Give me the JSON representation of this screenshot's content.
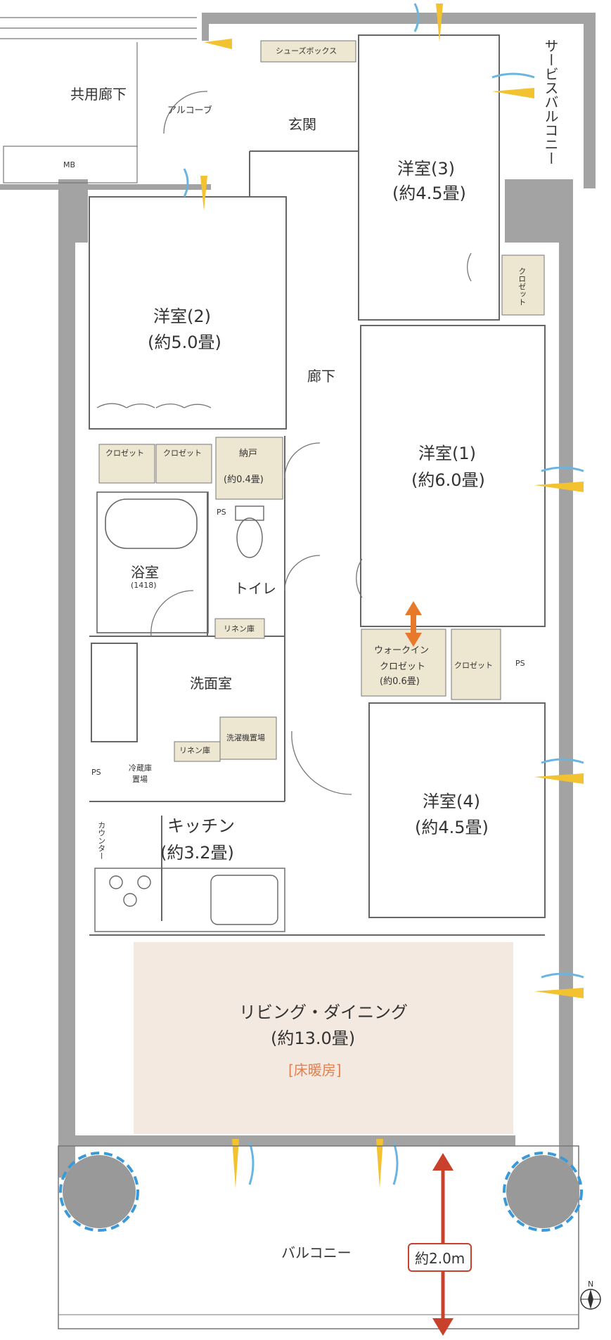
{
  "rooms": {
    "shared_corridor": "共用廊下",
    "mb": "MB",
    "alcove": "アルコーブ",
    "shoe_box": "シューズボックス",
    "entrance": "玄関",
    "service_balcony": "サービスバルコニー",
    "western3_name": "洋室(3)",
    "western3_size": "(約4.5畳)",
    "closet_vertical": "クロゼット",
    "western2_name": "洋室(2)",
    "western2_size": "(約5.0畳)",
    "corridor": "廊下",
    "closet_a": "クロゼット",
    "closet_b": "クロゼット",
    "storage_name": "納戸",
    "storage_size": "(約0.4畳)",
    "ps1": "PS",
    "western1_name": "洋室(1)",
    "western1_size": "(約6.0畳)",
    "bath_name": "浴室",
    "bath_size": "(1418)",
    "toilet": "トイレ",
    "linen1": "リネン庫",
    "wic_line1": "ウォークイン",
    "wic_line2": "クロゼット",
    "wic_size": "(約0.6畳)",
    "closet_c": "クロゼット",
    "ps2": "PS",
    "washroom": "洗面室",
    "linen2": "リネン庫",
    "washer": "洗濯機置場",
    "fridge_line1": "冷蔵庫",
    "fridge_line2": "置場",
    "ps3": "PS",
    "counter": "カウンター",
    "kitchen_name": "キッチン",
    "kitchen_size": "(約3.2畳)",
    "western4_name": "洋室(4)",
    "western4_size": "(約4.5畳)",
    "living_name": "リビング・ダイニング",
    "living_size": "(約13.0畳)",
    "floor_heating": "[床暖房]",
    "balcony": "バルコニー",
    "depth_badge": "約2.0m",
    "north": "N"
  },
  "colors": {
    "wall": "#9a9a9a",
    "storage_fill": "#ede6d0",
    "living_fill": "#f4e9e1",
    "arrow_orange": "#e8782a",
    "arrow_red": "#c9412a",
    "pillar_dash": "#3a9ad9",
    "vent_yellow": "#f2c230",
    "vent_blue": "#6ab5e0"
  }
}
